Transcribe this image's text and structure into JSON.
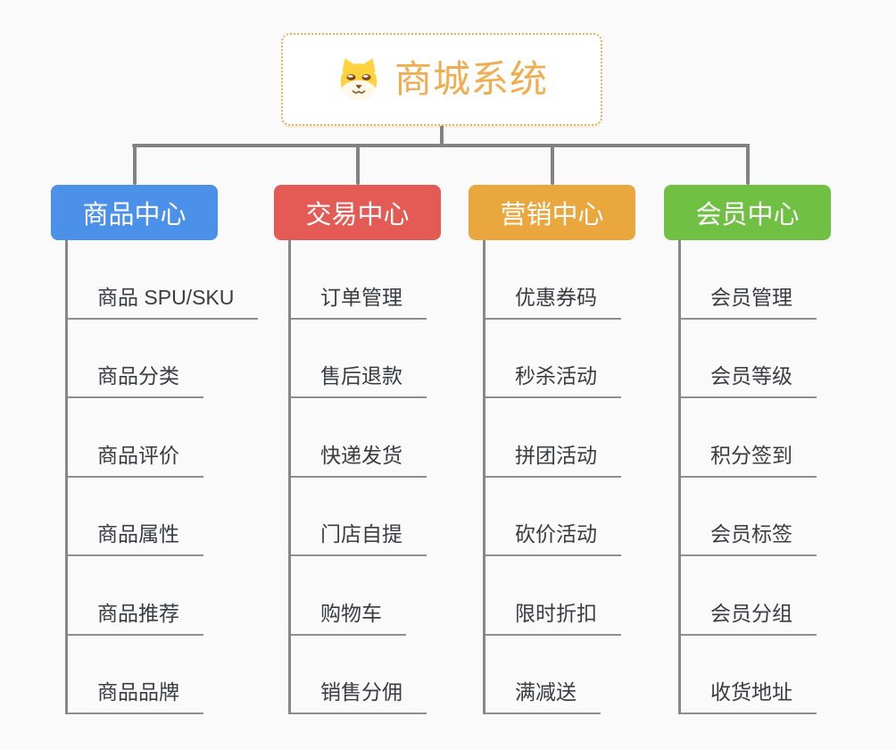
{
  "background": "#fafafa",
  "connector_color": "#828282",
  "child_text_color": "#393d42",
  "child_line_color": "#8f8f8f",
  "root": {
    "title": "商城系统",
    "icon": "dog-face-icon",
    "accent_color": "#F0AD4E",
    "border_color": "#F1AC55"
  },
  "branches": [
    {
      "label": "商品中心",
      "color": "#4B91E9",
      "children": [
        "商品 SPU/SKU",
        "商品分类",
        "商品评价",
        "商品属性",
        "商品推荐",
        "商品品牌"
      ]
    },
    {
      "label": "交易中心",
      "color": "#E45A55",
      "children": [
        "订单管理",
        "售后退款",
        "快递发货",
        "门店自提",
        "购物车",
        "销售分佣"
      ]
    },
    {
      "label": "营销中心",
      "color": "#EAA73E",
      "children": [
        "优惠券码",
        "秒杀活动",
        "拼团活动",
        "砍价活动",
        "限时折扣",
        "满减送"
      ]
    },
    {
      "label": "会员中心",
      "color": "#6FC043",
      "children": [
        "会员管理",
        "会员等级",
        "积分签到",
        "会员标签",
        "会员分组",
        "收货地址"
      ]
    }
  ]
}
